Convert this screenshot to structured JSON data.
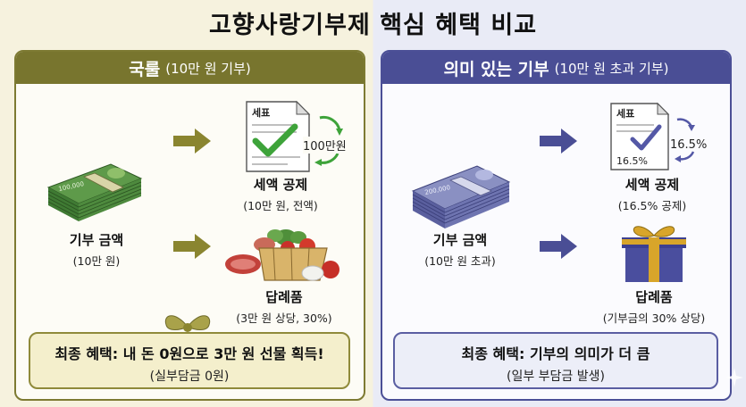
{
  "title": "고향사랑기부제 핵심 혜택 비교",
  "left": {
    "header_main": "국룰",
    "header_sub": "(10만 원 기부)",
    "donation_label": "기부 금액",
    "donation_sub": "(10만 원)",
    "banknote_text": "100,000",
    "tax_doc_label": "세표",
    "tax_cycle_label": "100만원",
    "tax_label": "세액 공제",
    "tax_sub": "(10만 원, 전액)",
    "gift_label": "답례품",
    "gift_sub": "(3만 원 상당, 30%)",
    "final_main": "최종 혜택: 내 돈 0원으로 3만 원 선물 획득!",
    "final_sub": "(실부담금 0원)"
  },
  "right": {
    "header_main": "의미 있는 기부",
    "header_sub": "(10만 원 초과 기부)",
    "donation_label": "기부 금액",
    "donation_sub": "(10만 원 초과)",
    "banknote_text": "200,000",
    "tax_doc_label": "세표",
    "tax_doc_value": "16.5%",
    "tax_cycle_label": "16.5%",
    "tax_label": "세액 공제",
    "tax_sub": "(16.5% 공제)",
    "gift_label": "답례품",
    "gift_sub": "(기부금의 30% 상당)",
    "final_main": "최종 혜택: 기부의 의미가 더 큼",
    "final_sub": "(일부 부담금 발생)"
  },
  "colors": {
    "left_accent": "#78752e",
    "right_accent": "#4a4e95",
    "left_arrow": "#8a8530",
    "right_arrow": "#4a4e95",
    "check_green": "#3ea33a",
    "check_blue": "#5458a6"
  }
}
